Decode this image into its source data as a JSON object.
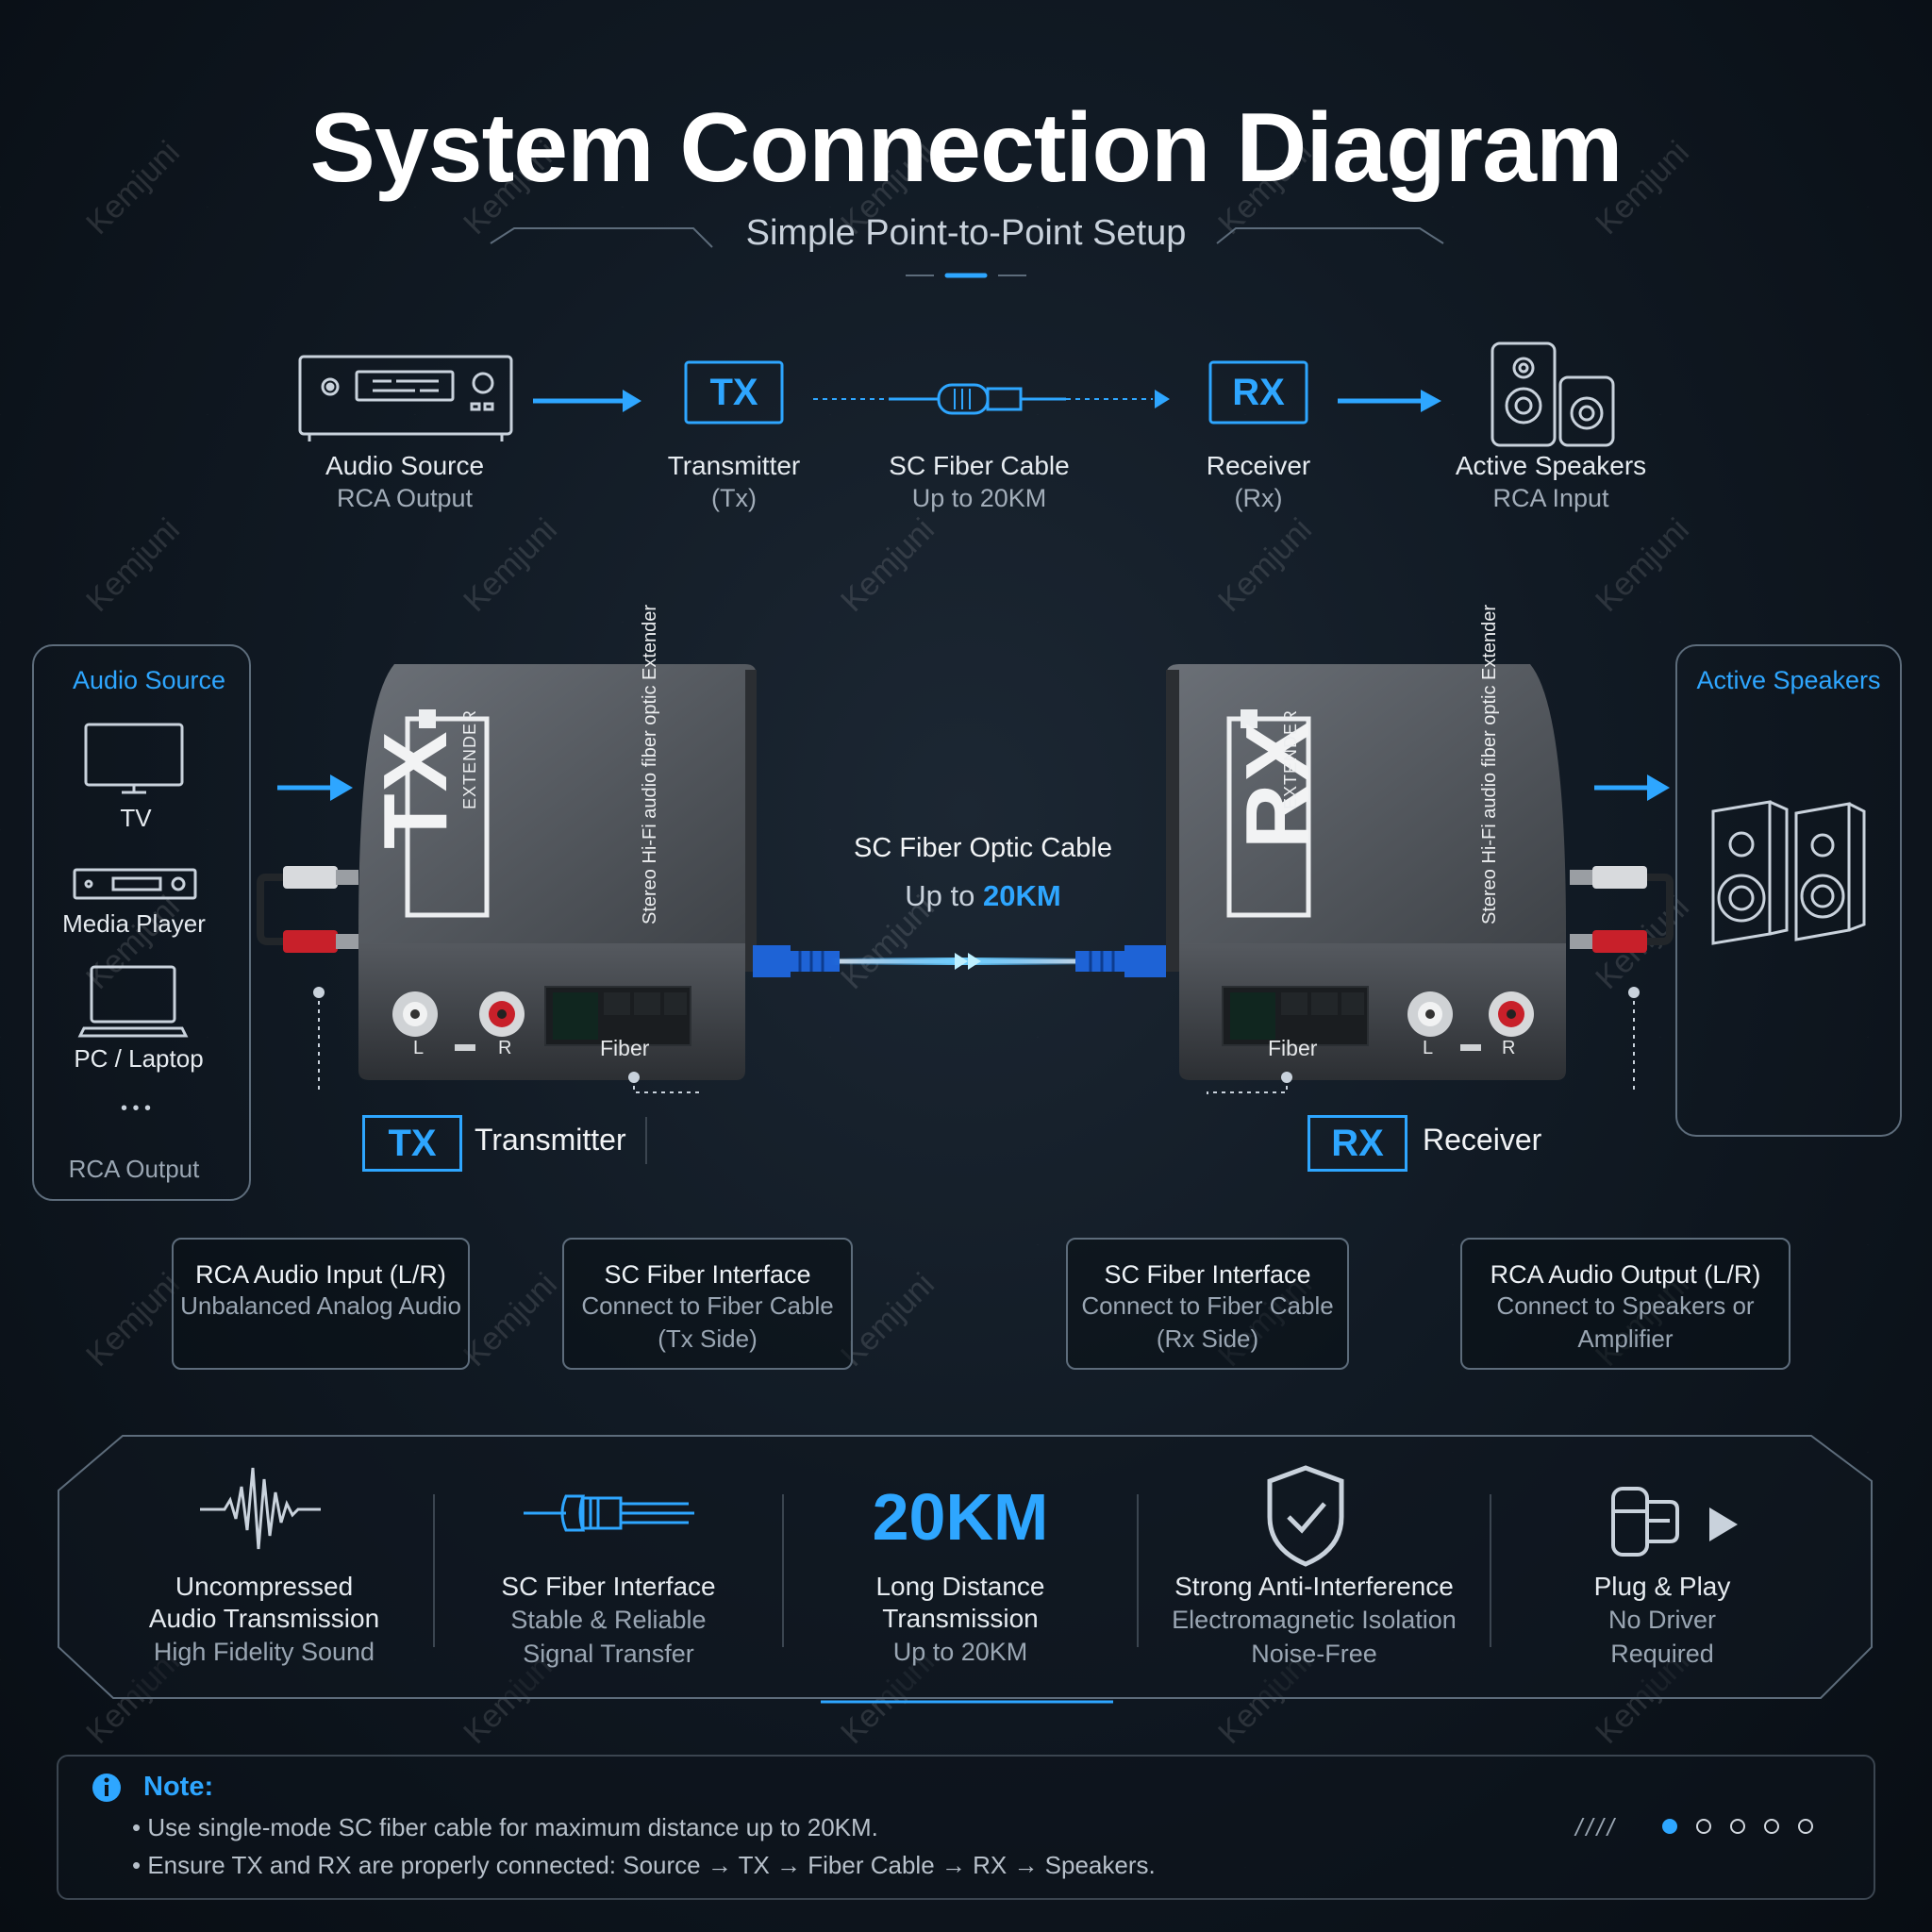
{
  "title": "System Connection Diagram",
  "subtitle": "Simple Point-to-Point Setup",
  "flow": [
    {
      "label": "Audio Source",
      "sub": "RCA Output",
      "icon": "av-receiver-icon"
    },
    {
      "label": "Transmitter",
      "sub": "(Tx)",
      "badge": "TX"
    },
    {
      "label": "SC Fiber Cable",
      "sub": "Up to 20KM",
      "icon": "fiber-connector-icon"
    },
    {
      "label": "Receiver",
      "sub": "(Rx)",
      "badge": "RX"
    },
    {
      "label": "Active Speakers",
      "sub": "RCA Input",
      "icon": "speaker-icon"
    }
  ],
  "left_panel": {
    "title": "Audio Source",
    "items": [
      "TV",
      "Media Player",
      "PC / Laptop"
    ],
    "more": "• • •",
    "footer": "RCA Output"
  },
  "right_panel": {
    "title": "Active Speakers"
  },
  "tx_device": {
    "big": "TX",
    "small": "EXTENDER",
    "side": "Stereo Hi-Fi audio fiber optic Extender",
    "port_l": "L",
    "port_r": "R",
    "port_fiber": "Fiber",
    "badge": "TX",
    "caption": "Transmitter"
  },
  "rx_device": {
    "big": "RX",
    "small": "EXTENDER",
    "side": "Stereo Hi-Fi audio fiber optic Extender",
    "port_l": "L",
    "port_r": "R",
    "port_fiber": "Fiber",
    "badge": "RX",
    "caption": "Receiver"
  },
  "cable": {
    "label": "SC Fiber Optic Cable",
    "sub_prefix": "Up to ",
    "sub_value": "20KM"
  },
  "callouts": [
    {
      "title": "RCA Audio Input (L/R)",
      "lines": [
        "Unbalanced Analog Audio"
      ]
    },
    {
      "title": "SC Fiber Interface",
      "lines": [
        "Connect to Fiber Cable",
        "(Tx Side)"
      ]
    },
    {
      "title": "SC Fiber Interface",
      "lines": [
        "Connect to Fiber Cable",
        "(Rx Side)"
      ]
    },
    {
      "title": "RCA Audio Output (L/R)",
      "lines": [
        "Connect to Speakers or",
        "Amplifier"
      ]
    }
  ],
  "features": [
    {
      "icon": "waveform-icon",
      "title_lines": [
        "Uncompressed",
        "Audio Transmission"
      ],
      "sub_lines": [
        "High Fidelity Sound"
      ]
    },
    {
      "icon": "fiber-connector-icon",
      "title_lines": [
        "SC Fiber Interface"
      ],
      "sub_lines": [
        "Stable & Reliable",
        "Signal Transfer"
      ]
    },
    {
      "big": "20KM",
      "title_lines": [
        "Long Distance",
        "Transmission"
      ],
      "sub_lines": [
        "Up to 20KM"
      ]
    },
    {
      "icon": "shield-check-icon",
      "title_lines": [
        "Strong Anti-Interference"
      ],
      "sub_lines": [
        "Electromagnetic Isolation",
        "Noise-Free"
      ]
    },
    {
      "icon": "plug-play-icon",
      "title_lines": [
        "Plug & Play"
      ],
      "sub_lines": [
        "No Driver",
        "Required"
      ]
    }
  ],
  "note": {
    "title": "Note:",
    "lines": [
      "• Use single-mode SC fiber cable for maximum distance up to 20KM.",
      "• Ensure TX and RX are properly connected: Source → TX → Fiber Cable → RX → Speakers."
    ],
    "slashes": "////"
  },
  "watermark": "Kemjuni",
  "colors": {
    "accent": "#2ea6ff",
    "background": "#0b1219",
    "device": "#4a4e54",
    "rca_red": "#c8202a",
    "fiber_blue": "#1e63d6"
  }
}
